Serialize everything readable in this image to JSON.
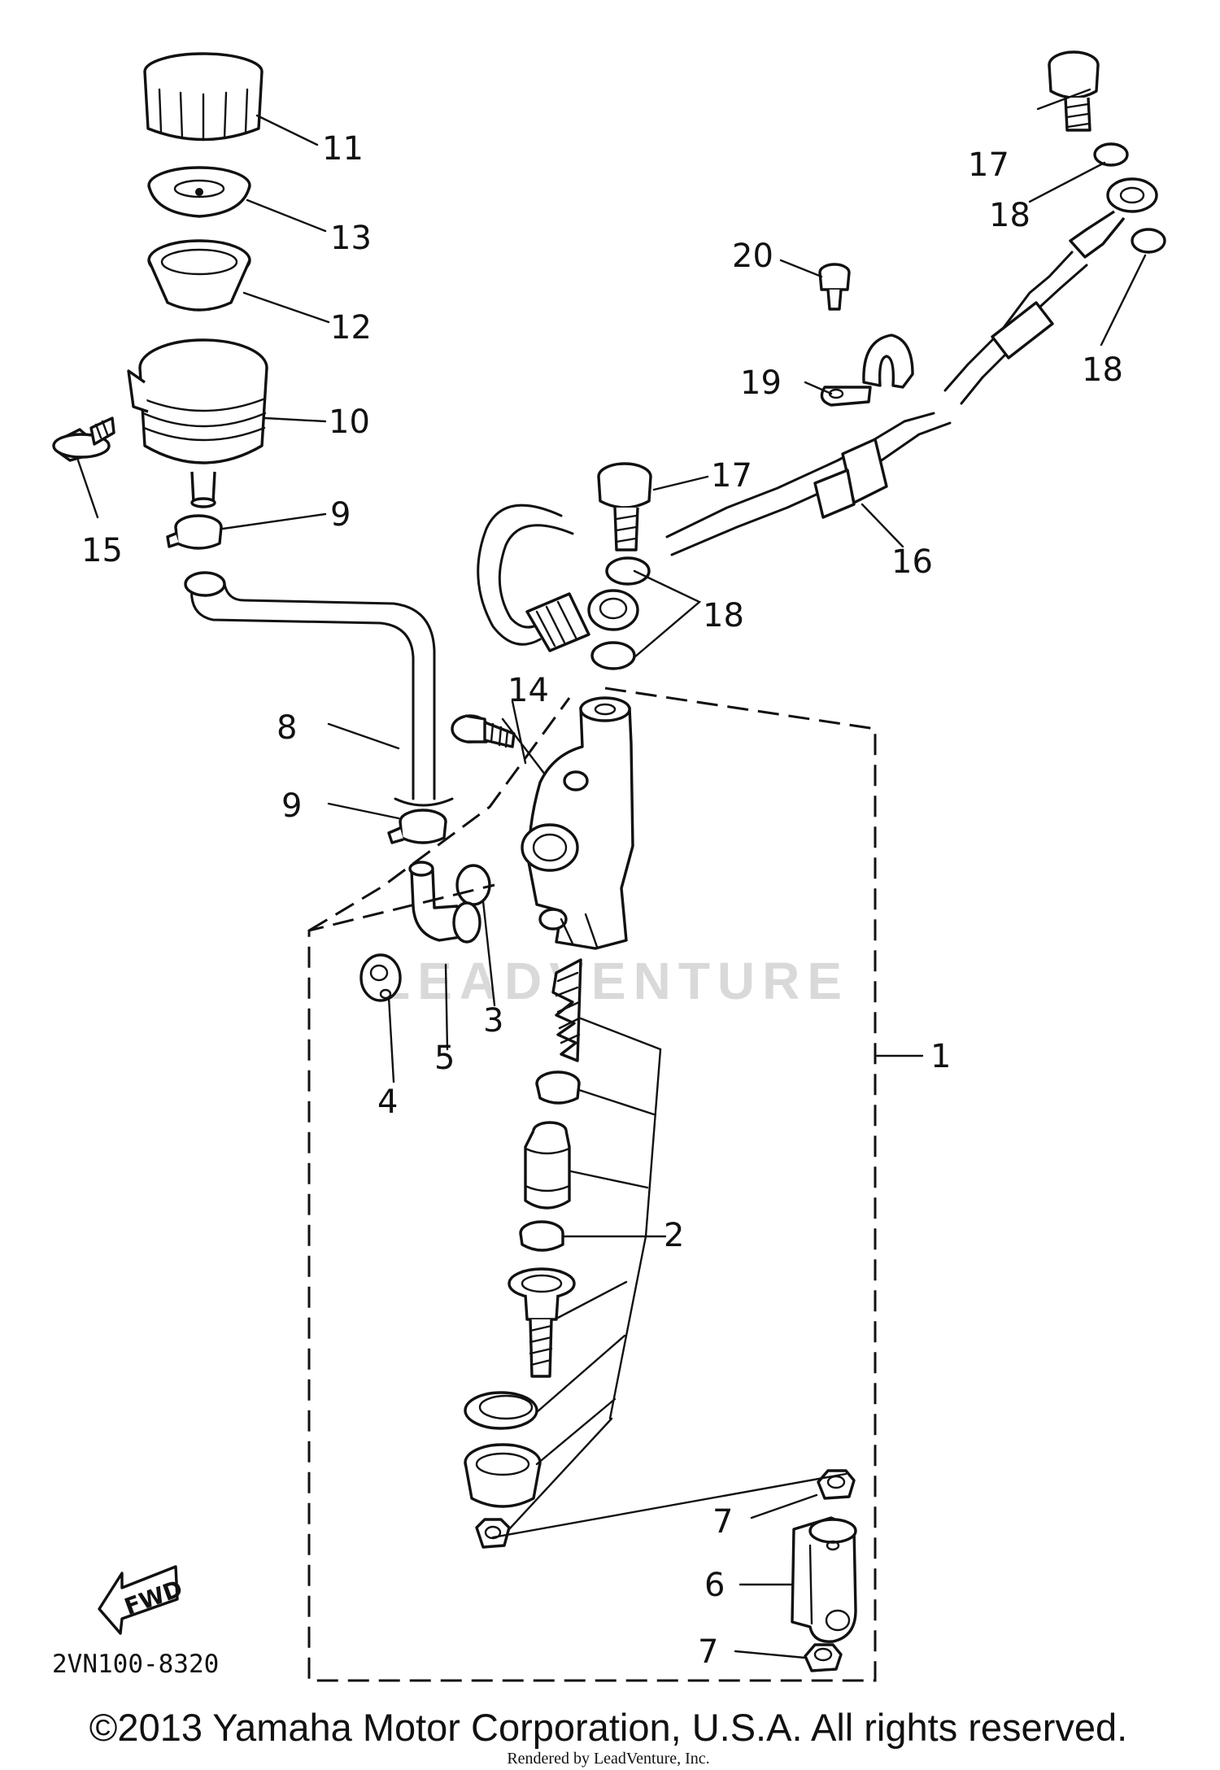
{
  "callouts": {
    "c1": "1",
    "c2": "2",
    "c3": "3",
    "c4": "4",
    "c5": "5",
    "c6": "6",
    "c7": "7",
    "c8": "8",
    "c9": "9",
    "c10": "10",
    "c11": "11",
    "c12": "12",
    "c13": "13",
    "c14": "14",
    "c15": "15",
    "c16": "16",
    "c17": "17",
    "c18": "18",
    "c19": "19",
    "c20": "20"
  },
  "fwd_label": "FWD",
  "diagram_code": "2VN100-8320",
  "watermark": "LEADVENTURE",
  "copyright": "©2013 Yamaha Motor Corporation, U.S.A. All rights reserved.",
  "rendered_by": "Rendered by LeadVenture, Inc."
}
